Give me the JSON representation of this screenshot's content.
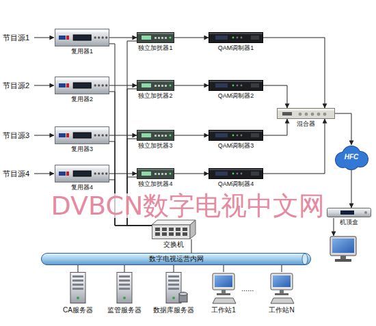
{
  "diagram": {
    "nodes": [
      {
        "text": [
          "复用器1"
        ]
      },
      {
        "text": [
          "独立加扰器1"
        ]
      },
      {
        "text": [
          "QAM调制器1"
        ]
      },
      {
        "text": [
          "复用器2"
        ]
      },
      {
        "text": [
          "独立加扰器2"
        ]
      },
      {
        "text": [
          "QAM调制器2"
        ]
      },
      {
        "text": [
          "混合器"
        ]
      },
      {
        "text": [
          "复用器3"
        ]
      },
      {
        "text": [
          "独立加扰器3"
        ]
      },
      {
        "text": [
          "QAM调制器3"
        ]
      },
      {
        "text": [
          "HFC"
        ]
      },
      {
        "text": [
          "复用器4"
        ]
      },
      {
        "text": [
          "独立加扰器4"
        ]
      },
      {
        "text": [
          "QAM调制器4"
        ]
      },
      {
        "text": [
          "交换机"
        ]
      },
      {
        "text": [
          "机顶盒"
        ]
      },
      {
        "text": [
          "数字电视运营内网"
        ]
      },
      {
        "text": [
          "CA服务器"
        ]
      },
      {
        "text": [
          "监管服务器"
        ]
      },
      {
        "text": [
          "数据库服务器"
        ]
      },
      {
        "text": [
          "工作站1"
        ]
      },
      {
        "text": [
          "工作站N"
        ]
      }
    ],
    "edges": [
      {
        "from": 0,
        "to": 1,
        "arrow": "to"
      },
      {
        "from": 1,
        "to": 2,
        "arrow": "to"
      },
      {
        "from": 3,
        "to": 4,
        "arrow": "to"
      },
      {
        "from": 4,
        "to": 5,
        "arrow": "to"
      },
      {
        "from": 7,
        "to": 8,
        "arrow": "to"
      },
      {
        "from": 8,
        "to": 9,
        "arrow": "to"
      },
      {
        "from": 11,
        "to": 12,
        "arrow": "to"
      },
      {
        "from": 12,
        "to": 13,
        "arrow": "to"
      },
      {
        "from": 2,
        "to": 6,
        "arrow": "to"
      },
      {
        "from": 5,
        "to": 6,
        "arrow": "to"
      },
      {
        "from": 9,
        "to": 6,
        "arrow": "to"
      },
      {
        "from": 13,
        "to": 6,
        "arrow": "to"
      },
      {
        "from": 6,
        "to": 10,
        "arrow": "to"
      },
      {
        "from": 10,
        "to": 15,
        "arrow": "to"
      },
      {
        "from": 14,
        "to": 0,
        "arrow": "none"
      },
      {
        "from": 14,
        "to": 3,
        "arrow": "none"
      },
      {
        "from": 14,
        "to": 7,
        "arrow": "none"
      },
      {
        "from": 14,
        "to": 11,
        "arrow": "none"
      },
      {
        "from": 14,
        "to": 1,
        "arrow": "none"
      },
      {
        "from": 14,
        "to": 4,
        "arrow": "none"
      },
      {
        "from": 14,
        "to": 8,
        "arrow": "none"
      },
      {
        "from": 14,
        "to": 12,
        "arrow": "none"
      },
      {
        "from": 14,
        "to": 16,
        "arrow": "none"
      },
      {
        "from": 17,
        "to": 16,
        "arrow": "none"
      },
      {
        "from": 18,
        "to": 16,
        "arrow": "none"
      },
      {
        "from": 19,
        "to": 16,
        "arrow": "none"
      },
      {
        "from": 20,
        "to": 16,
        "arrow": "none"
      },
      {
        "from": 21,
        "to": 16,
        "arrow": "none"
      }
    ],
    "labels": [
      "节目源1",
      "节目源2",
      "节目源3",
      "节目源4",
      "DVBCN数字电视中文网",
      "......"
    ]
  }
}
